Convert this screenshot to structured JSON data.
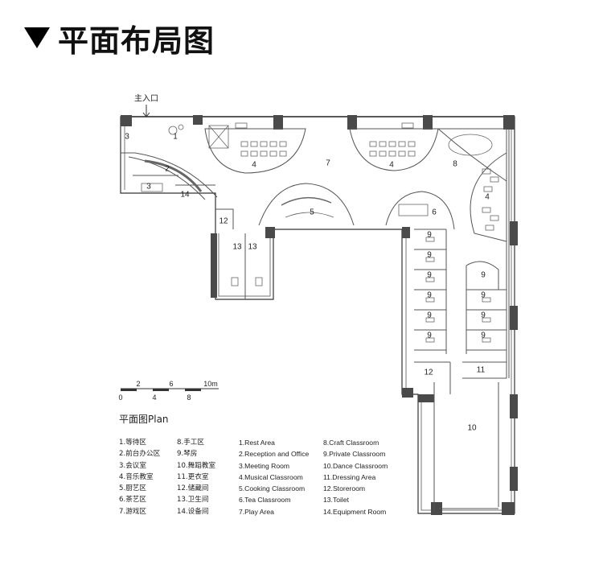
{
  "header": {
    "title": "平面布局图",
    "marker_icon": "down-triangle-icon"
  },
  "plan": {
    "entrance_label": "主入口",
    "room_labels": [
      "1",
      "2",
      "3",
      "3",
      "4",
      "4",
      "4",
      "5",
      "6",
      "7",
      "8",
      "9",
      "10",
      "11",
      "12",
      "12",
      "13",
      "13",
      "14"
    ],
    "scale": {
      "ticks_top": [
        "2",
        "6",
        "10m"
      ],
      "ticks_bottom": [
        "0",
        "4",
        "8"
      ]
    },
    "title": "平面图Plan"
  },
  "legend": {
    "col1": [
      "1.等待区",
      "2.前台办公区",
      "3.会议室",
      "4.音乐教室",
      "5.厨艺区",
      "6.茶艺区",
      "7.游戏区"
    ],
    "col2": [
      "8.手工区",
      "9.琴房",
      "10.舞蹈教室",
      "11.更衣室",
      "12.储藏间",
      "13.卫生间",
      "14.设备间"
    ],
    "col3": [
      "1.Rest Area",
      "2.Reception and Office",
      "3.Meeting Room",
      "4.Musical Classroom",
      "5.Cooking Classroom",
      "6.Tea Classroom",
      "7.Play Area"
    ],
    "col4": [
      "8.Craft Classroom",
      "9.Private Classroom",
      "10.Dance Classroom",
      "11.Dressing Area",
      "12.Storeroom",
      "13.Toilet",
      "14.Equipment Room"
    ]
  },
  "colors": {
    "wall": "#333333",
    "column": "#4a4a4a",
    "line": "#555555",
    "text": "#222222"
  }
}
